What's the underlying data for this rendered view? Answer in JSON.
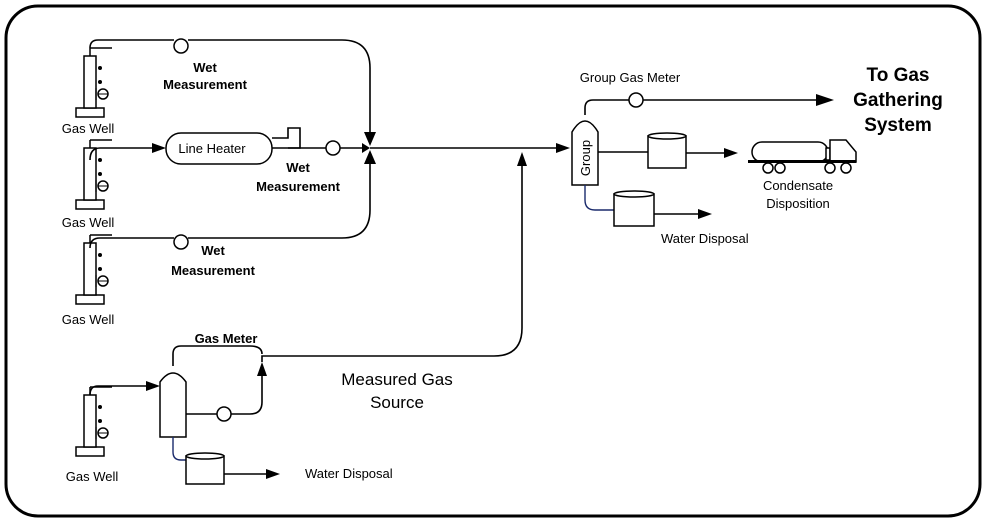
{
  "labels": {
    "gas_well": "Gas Well",
    "wet": "Wet",
    "measurement": "Measurement",
    "line_heater": "Line Heater",
    "gas_meter": "Gas Meter",
    "measured_gas_line1": "Measured Gas",
    "measured_gas_line2": "Source",
    "group_gas_meter": "Group Gas Meter",
    "group": "Group",
    "to_gas_line1": "To Gas",
    "to_gas_line2": "Gathering",
    "to_gas_line3": "System",
    "condensate_line1": "Condensate",
    "condensate_line2": "Disposition",
    "water_disposal": "Water Disposal"
  },
  "colors": {
    "line": "#000000",
    "water_line": "#1a2a6c",
    "background": "#ffffff"
  }
}
